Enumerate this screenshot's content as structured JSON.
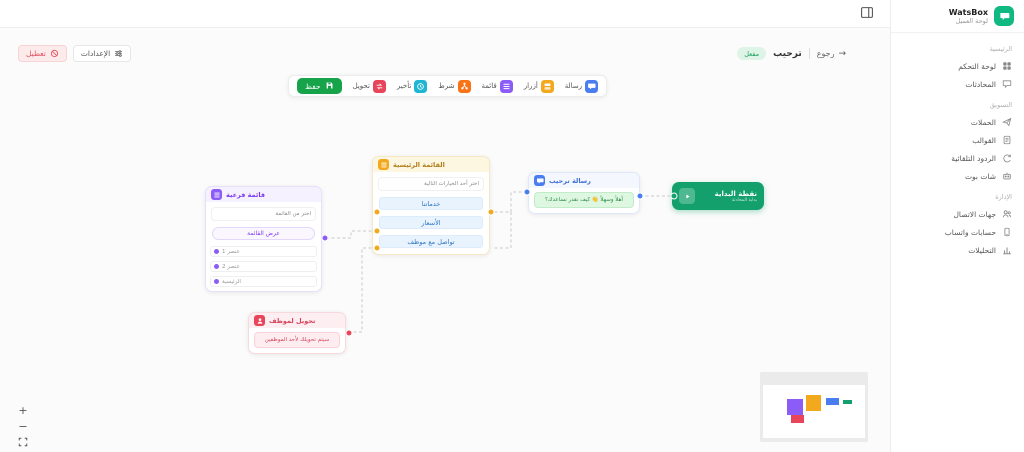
{
  "topbar": {
    "sidebar_toggle_icon": "panel-icon"
  },
  "flow_header": {
    "disable_button": "تعطيل",
    "settings_button": "الإعدادات",
    "status_badge": "مفعل",
    "title": "ترحيب",
    "back_label": "رجوع",
    "back_arrow": "→"
  },
  "toolbar": {
    "items": [
      {
        "label": "رسالة",
        "icon": "message-icon",
        "color": "#4a7df0"
      },
      {
        "label": "أزرار",
        "icon": "buttons-icon",
        "color": "#f2a91e"
      },
      {
        "label": "قائمة",
        "icon": "list-icon",
        "color": "#8b5cf6"
      },
      {
        "label": "شرط",
        "icon": "condition-icon",
        "color": "#f97316"
      },
      {
        "label": "تأخير",
        "icon": "delay-icon",
        "color": "#1fb6d4"
      },
      {
        "label": "تحويل",
        "icon": "transfer-icon",
        "color": "#e8445a"
      }
    ],
    "save_label": "حفظ"
  },
  "nodes": {
    "start": {
      "title": "نقطة البداية",
      "subtitle": "بداية المحادثة",
      "color": "#13a06d"
    },
    "welcome": {
      "title": "رسالة ترحيب",
      "message": "أهلاً وسهلاً 👋 كيف نقدر نساعدك؟"
    },
    "main_menu": {
      "title": "القائمة الرئيسية",
      "prompt": "اختر أحد الخيارات التالية",
      "options": [
        "خدماتنا",
        "الأسعار",
        "تواصل مع موظف"
      ]
    },
    "submenu": {
      "title": "قائمة فرعية",
      "prompt": "اختر من القائمة",
      "button": "عرض القائمة",
      "items": [
        "عنصر 1",
        "عنصر 2",
        "الرئيسية"
      ]
    },
    "transfer": {
      "title": "تحويل لموظف",
      "message": "سيتم تحويلك لأحد الموظفين"
    }
  },
  "canvas_controls": {
    "zoom_in": "+",
    "zoom_out": "−"
  },
  "sidebar": {
    "brand": {
      "name": "WatsBox",
      "subtitle": "لوحة العميل"
    },
    "sections": [
      {
        "title": "الرئيسية",
        "items": [
          {
            "label": "لوحة التحكم",
            "icon": "dashboard-icon"
          },
          {
            "label": "المحادثات",
            "icon": "conversations-icon"
          }
        ]
      },
      {
        "title": "التسويق",
        "items": [
          {
            "label": "الحملات",
            "icon": "campaigns-icon"
          },
          {
            "label": "القوالب",
            "icon": "templates-icon"
          },
          {
            "label": "الردود التلقائية",
            "icon": "auto-replies-icon"
          },
          {
            "label": "شات بوت",
            "icon": "chatbot-icon"
          }
        ]
      },
      {
        "title": "الإدارة",
        "items": [
          {
            "label": "جهات الاتصال",
            "icon": "contacts-icon"
          },
          {
            "label": "حسابات واتساب",
            "icon": "whatsapp-accounts-icon"
          },
          {
            "label": "التحليلات",
            "icon": "analytics-icon"
          }
        ]
      }
    ]
  },
  "colors": {
    "primary_green": "#13a06d",
    "save_green": "#16a34a",
    "badge_green": "#1d9e5f",
    "blue": "#4a7df0",
    "yellow": "#f2a91e",
    "purple": "#8b5cf6",
    "orange": "#f97316",
    "cyan": "#1fb6d4",
    "red": "#e8445a",
    "danger": "#e05260"
  }
}
